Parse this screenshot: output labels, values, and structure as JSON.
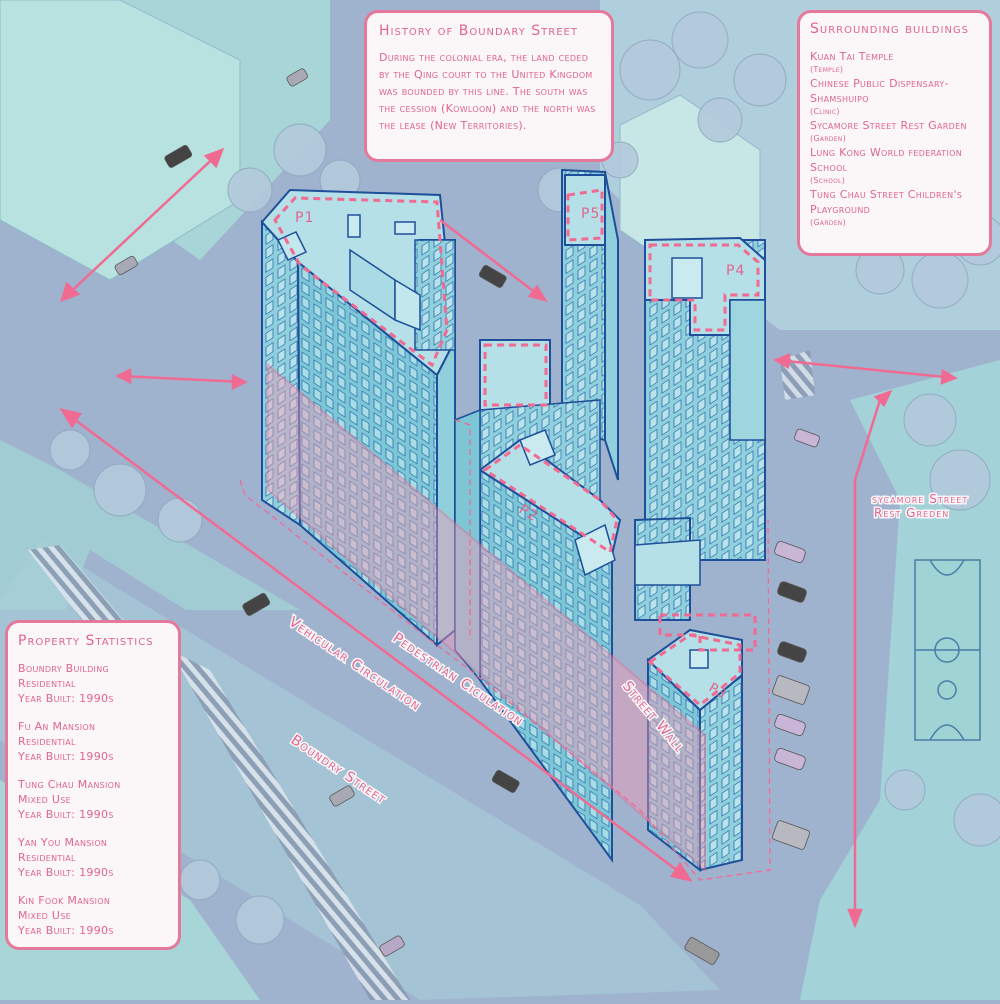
{
  "history": {
    "title": "History of Boundary Street",
    "body": "During the colonial era, the land ceded by the Qing court to the United Kingdom was bounded by this line. The south was the cession (Kowloon) and the north was the lease (New Territories)."
  },
  "surrounding": {
    "title": "Surrounding buildings",
    "items": [
      {
        "name": "Kuan Tai Temple",
        "category": "(Temple)"
      },
      {
        "name": "Chinese Public Dispensary- Shamshuipo",
        "category": "(Clinic)"
      },
      {
        "name": "Sycamore Street Rest Garden",
        "category": "(Garden)"
      },
      {
        "name": "Lung Kong World federation School",
        "category": "(School)"
      },
      {
        "name": "Tung Chau Street Children's Playground",
        "category": "(Garden)"
      }
    ]
  },
  "stats": {
    "title": "Property Statistics",
    "items": [
      {
        "name": "Boundry Building",
        "use": "Residential",
        "year": "Year Built: 1990s"
      },
      {
        "name": "Fu An Mansion",
        "use": "Residential",
        "year": "Year Built: 1990s"
      },
      {
        "name": "Tung Chau Mansion",
        "use": "Mixed Use",
        "year": "Year Built: 1990s"
      },
      {
        "name": "Yan You Mansion",
        "use": "Residential",
        "year": "Year Built: 1990s"
      },
      {
        "name": "Kin Fook Mansion",
        "use": "Mixed Use",
        "year": "Year Built: 1990s"
      }
    ]
  },
  "map_labels": {
    "p1": "P1",
    "p2": "P2",
    "p3": "P3",
    "p4": "P4",
    "p5": "P5",
    "vehicular": "Vehicular Circulation",
    "pedestrian": "Pedestrian Ciculation",
    "street_wall": "Street Wall",
    "boundary_street": "Boundry Street",
    "sycamore_1": "sycamore Street",
    "sycamore_2": "Rest Greden"
  },
  "colors": {
    "accent": "#e5799c",
    "building_outline": "#1f4f9a",
    "road": "#9fb3cf",
    "tree": "#b3cadc",
    "facade": "#7cc6d6"
  }
}
